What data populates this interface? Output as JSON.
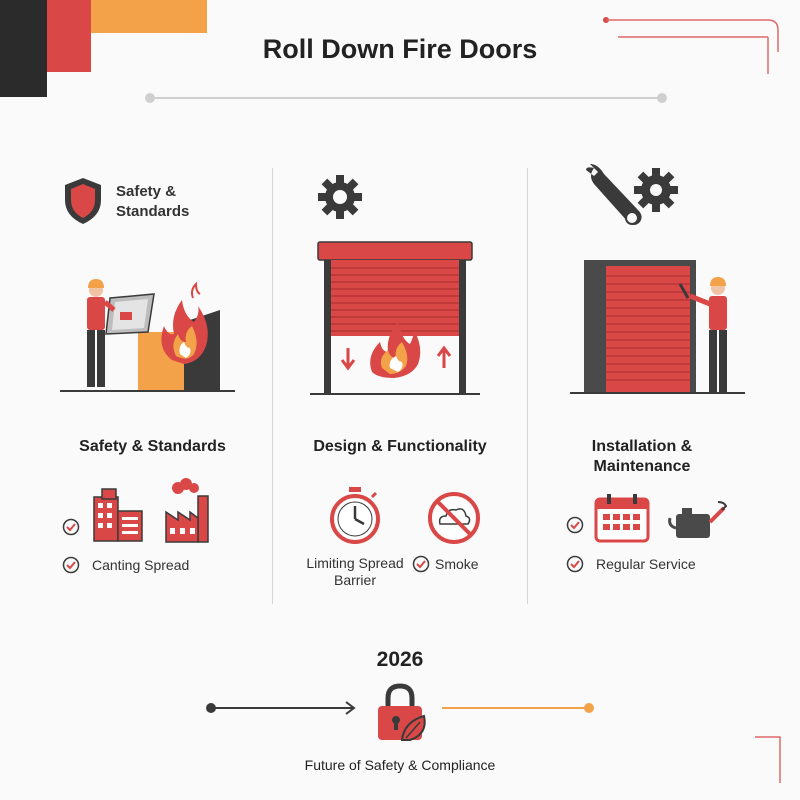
{
  "title": "Roll Down Fire Doors",
  "colors": {
    "red": "#d94747",
    "orange": "#f4a24a",
    "dark": "#3a3a3a",
    "gray": "#d6d6d6"
  },
  "col1": {
    "header_label": "Safety & Standards",
    "header_icon": "shield-icon",
    "heading": "Safety & Standards",
    "check_label": "Canting Spread",
    "icons": [
      "building-icon",
      "factory-icon"
    ]
  },
  "col2": {
    "header_icon": "gear-icon",
    "heading": "Design & Functionality",
    "item1_label": "Limiting Spread Barrier",
    "item2_label": "Smoke",
    "icons": [
      "stopwatch-icon",
      "no-smoke-icon"
    ]
  },
  "col3": {
    "header_icon": "wrench-gear-icon",
    "heading": "Installation & Maintenance",
    "check_label": "Regular Service",
    "icons": [
      "calendar-icon",
      "oil-can-icon"
    ]
  },
  "footer": {
    "year": "2026",
    "caption": "Future of Safety & Compliance",
    "icon": "padlock-leaf-icon"
  }
}
